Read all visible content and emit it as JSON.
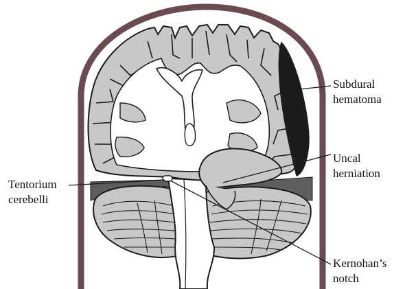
{
  "labels": {
    "subdural": [
      "Subdural",
      "hematoma"
    ],
    "uncal": [
      "Uncal",
      "herniation"
    ],
    "tentorium": [
      "Tentorium",
      "cerebelli"
    ],
    "kernohan": [
      "Kernohan’s",
      "notch"
    ]
  },
  "colors": {
    "skull": "#6a4b52",
    "tissue": "#c8c8c8",
    "ink": "#1a1a1a",
    "hematoma": "#1c1c1c",
    "ventricle": "#ffffff",
    "tentorium_band": "#5e5e5e"
  }
}
